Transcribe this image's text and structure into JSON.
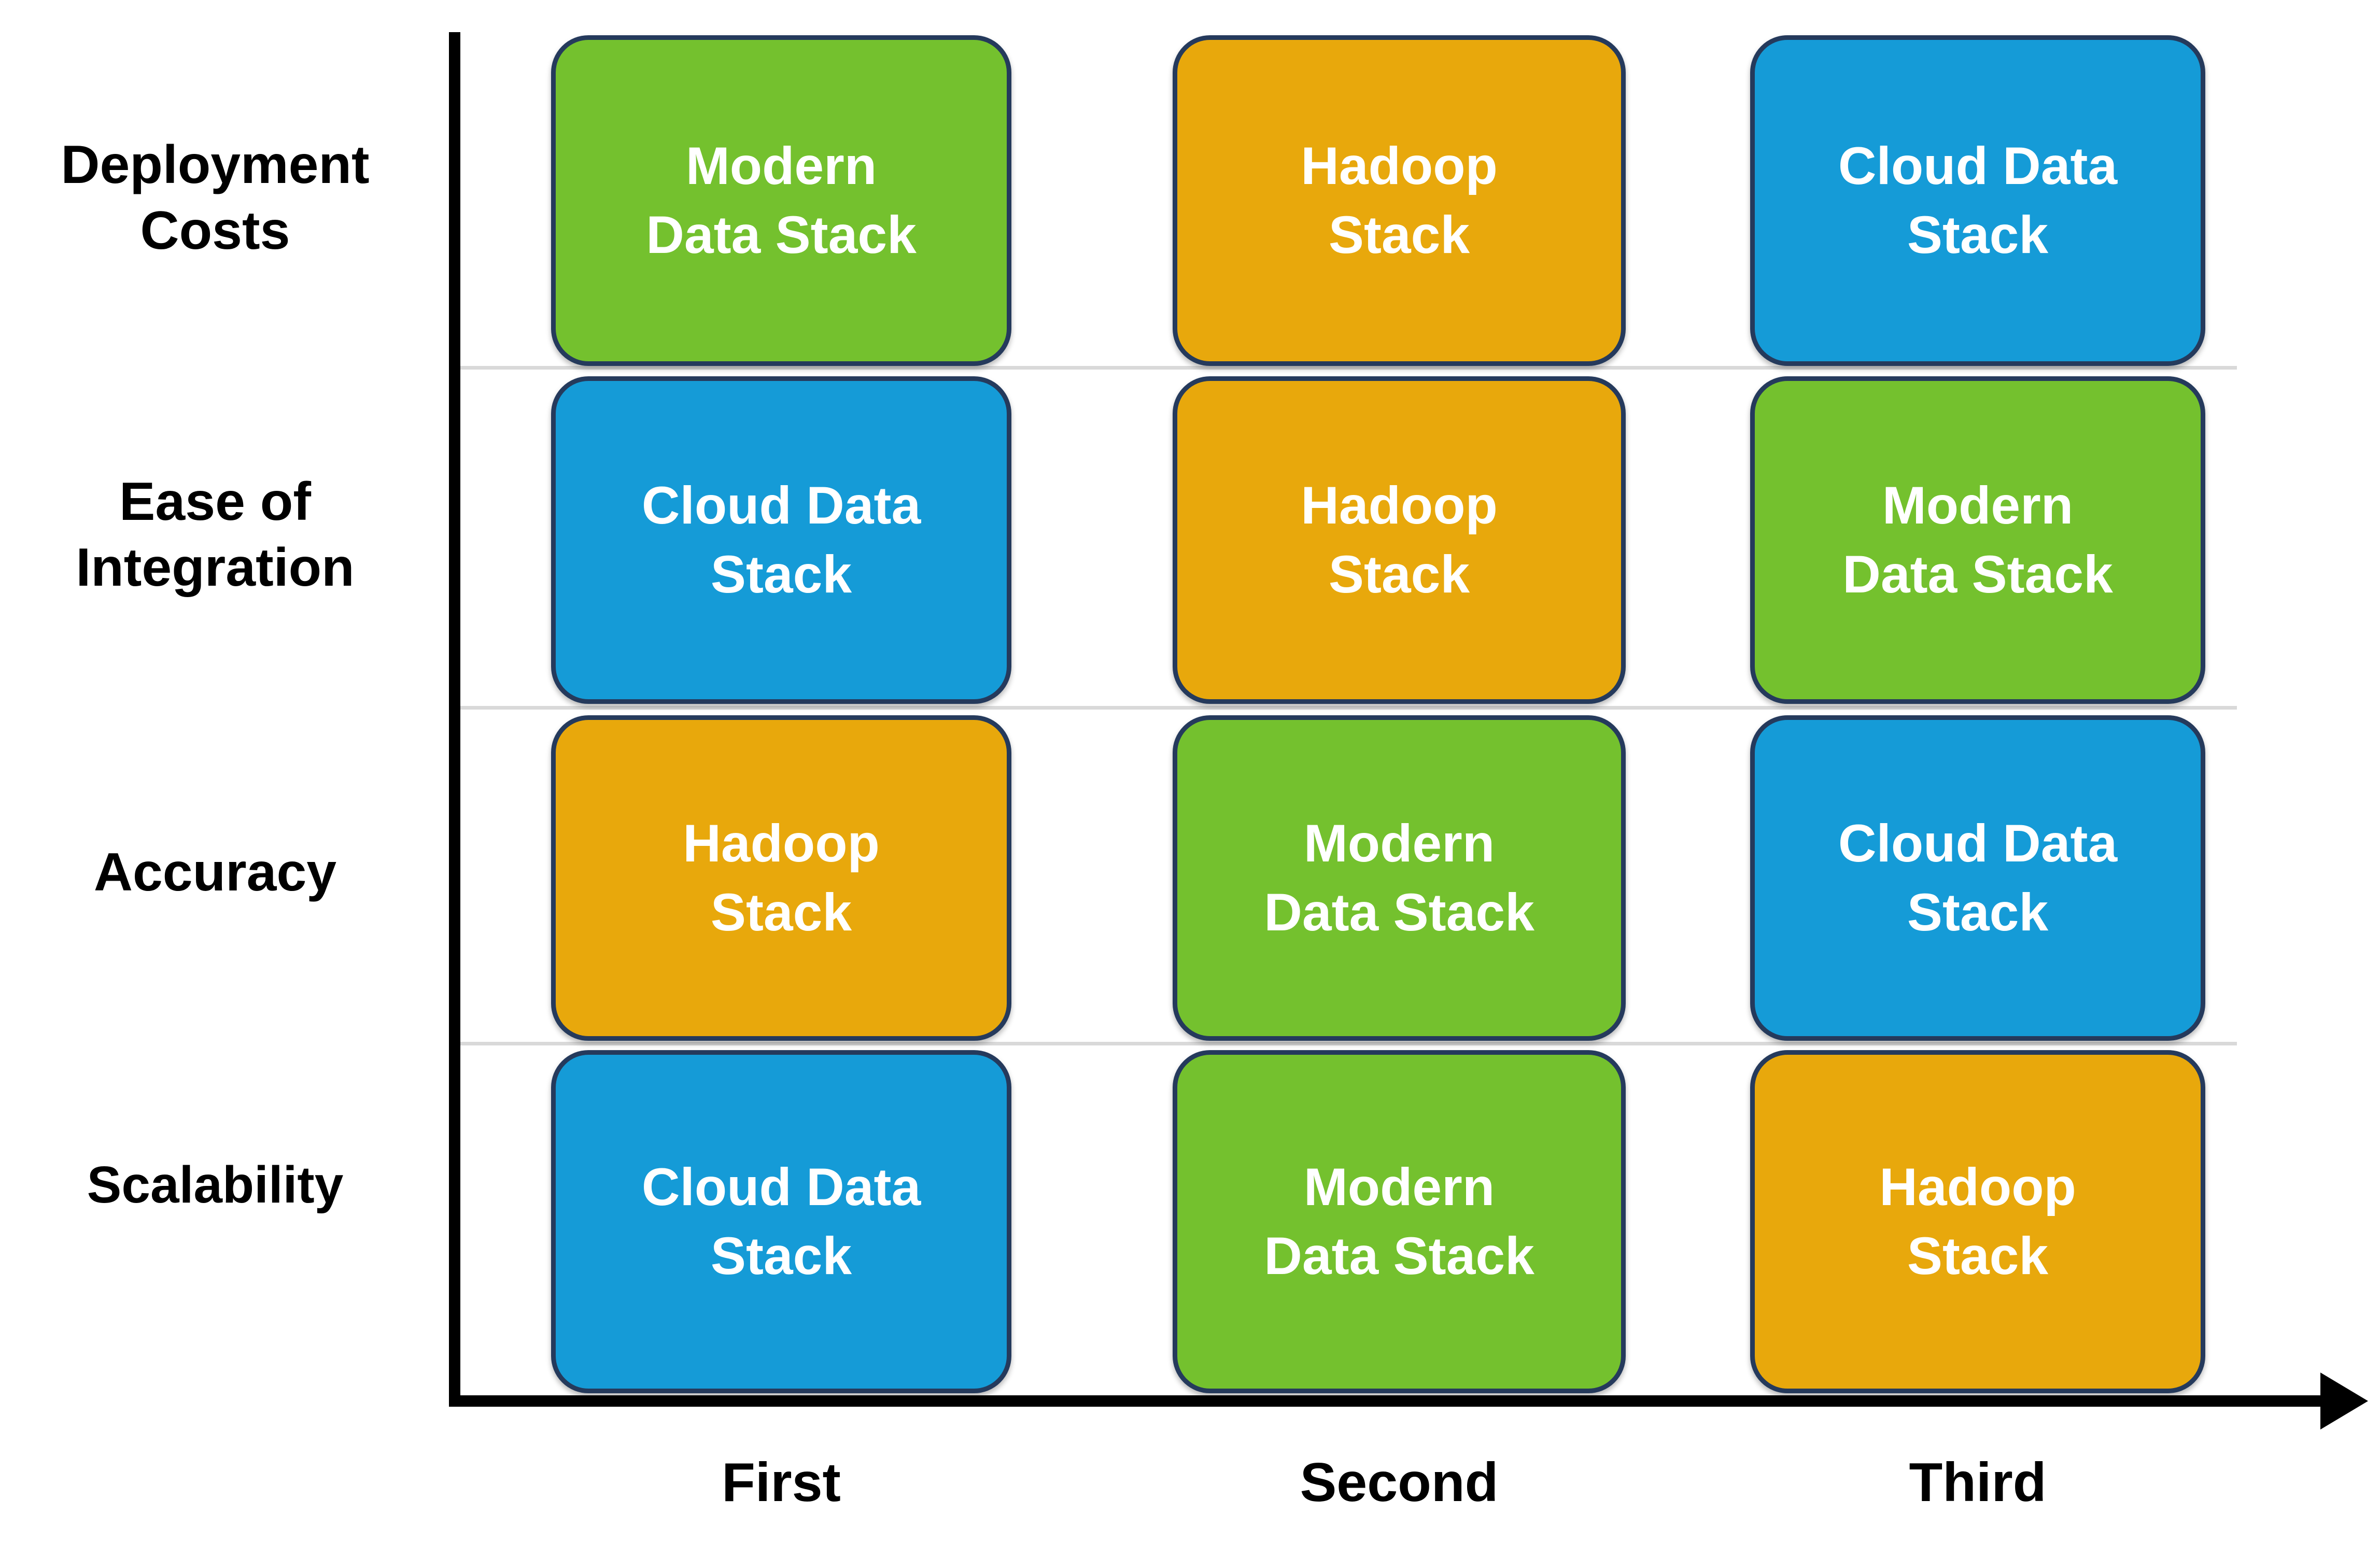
{
  "chart_data": {
    "type": "table",
    "title": "",
    "xlabel": "",
    "ylabel": "",
    "grid": true,
    "legend": "none",
    "x_axis": {
      "categories": [
        "First",
        "Second",
        "Third"
      ],
      "arrow": true
    },
    "y_axis": {
      "categories": [
        "Deployment Costs",
        "Ease of Integration",
        "Accuracy",
        "Scalability"
      ],
      "arrow": false
    },
    "series": [
      {
        "name": "Modern Data Stack",
        "color": "#74c12e",
        "values": [
          "First",
          "Third",
          "Second",
          "Second"
        ]
      },
      {
        "name": "Hadoop Stack",
        "color": "#e8a80c",
        "values": [
          "Second",
          "Second",
          "First",
          "Third"
        ]
      },
      {
        "name": "Cloud Data Stack",
        "color": "#159bd7",
        "values": [
          "Third",
          "First",
          "Third",
          "First"
        ]
      }
    ],
    "matrix": [
      {
        "row": "Deployment Costs",
        "cells": [
          "Modern Data Stack",
          "Hadoop Stack",
          "Cloud Data Stack"
        ]
      },
      {
        "row": "Ease of Integration",
        "cells": [
          "Cloud Data Stack",
          "Hadoop Stack",
          "Modern Data Stack"
        ]
      },
      {
        "row": "Accuracy",
        "cells": [
          "Hadoop Stack",
          "Modern Data Stack",
          "Cloud Data Stack"
        ]
      },
      {
        "row": "Scalability",
        "cells": [
          "Cloud Data Stack",
          "Modern Data Stack",
          "Hadoop Stack"
        ]
      }
    ]
  },
  "colors": {
    "green": "#74c12e",
    "amber": "#e8a80c",
    "blue": "#159bd7",
    "box_border": "#253a5c",
    "axis": "#000000",
    "gridline": "#d9d9d9",
    "label_text": "#000000",
    "box_text": "#ffffff"
  },
  "y_labels": [
    {
      "line1": "Deployment",
      "line2": "Costs"
    },
    {
      "line1": "Ease of",
      "line2": "Integration"
    },
    {
      "line1": "Accuracy",
      "line2": ""
    },
    {
      "line1": "Scalability",
      "line2": ""
    }
  ],
  "x_labels": [
    {
      "text": "First"
    },
    {
      "text": "Second"
    },
    {
      "text": "Third"
    }
  ],
  "cells": [
    {
      "line1": "Modern",
      "line2": "Data Stack",
      "color": "#74c12e"
    },
    {
      "line1": "Hadoop",
      "line2": "Stack",
      "color": "#e8a80c"
    },
    {
      "line1": "Cloud Data",
      "line2": "Stack",
      "color": "#159bd7"
    },
    {
      "line1": "Cloud Data",
      "line2": "Stack",
      "color": "#159bd7"
    },
    {
      "line1": "Hadoop",
      "line2": "Stack",
      "color": "#e8a80c"
    },
    {
      "line1": "Modern",
      "line2": "Data Stack",
      "color": "#74c12e"
    },
    {
      "line1": "Hadoop",
      "line2": "Stack",
      "color": "#e8a80c"
    },
    {
      "line1": "Modern",
      "line2": "Data Stack",
      "color": "#74c12e"
    },
    {
      "line1": "Cloud Data",
      "line2": "Stack",
      "color": "#159bd7"
    },
    {
      "line1": "Cloud Data",
      "line2": "Stack",
      "color": "#159bd7"
    },
    {
      "line1": "Modern",
      "line2": "Data Stack",
      "color": "#74c12e"
    },
    {
      "line1": "Hadoop",
      "line2": "Stack",
      "color": "#e8a80c"
    }
  ]
}
